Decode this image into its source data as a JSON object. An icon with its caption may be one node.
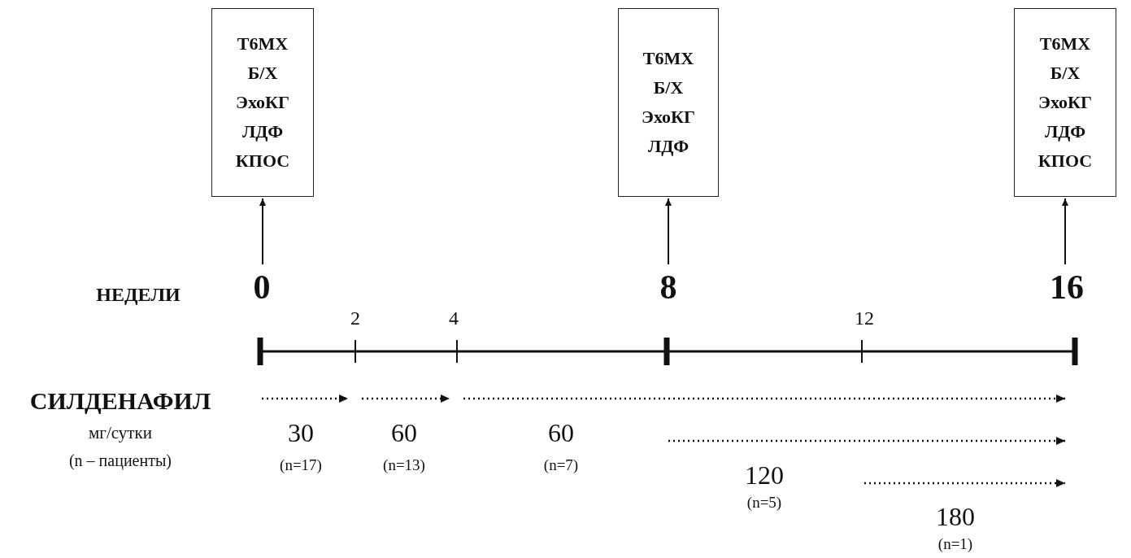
{
  "diagram": {
    "nodes": [
      {
        "text": [
          "Т6МХ",
          "Б/Х",
          "ЭхоКГ",
          "ЛДФ",
          "КПОС"
        ]
      },
      {
        "text": [
          "Т6МХ",
          "Б/Х",
          "ЭхоКГ",
          "ЛДФ"
        ]
      },
      {
        "text": [
          "Т6МХ",
          "Б/Х",
          "ЭхоКГ",
          "ЛДФ",
          "КПОС"
        ]
      }
    ],
    "edges": [
      {
        "from": null,
        "to": 0,
        "arrow": "to"
      },
      {
        "from": null,
        "to": 1,
        "arrow": "to"
      },
      {
        "from": null,
        "to": 2,
        "arrow": "to"
      }
    ],
    "labels": [
      "НЕДЕЛИ",
      "0",
      "8",
      "16",
      "2",
      "4",
      "12",
      "СИЛДЕНАФИЛ",
      "мг/сутки",
      "(n – пациенты)",
      "30",
      "(n=17)",
      "60",
      "(n=13)",
      "60",
      "(n=7)",
      "120",
      "(n=5)",
      "180",
      "(n=1)"
    ]
  }
}
